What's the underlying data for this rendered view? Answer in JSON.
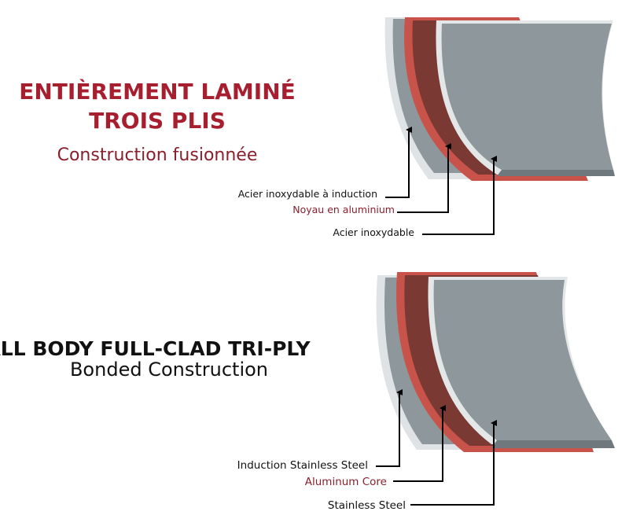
{
  "french": {
    "title_line1": "ENTIÈREMENT LAMINÉ",
    "title_line2": "TROIS PLIS",
    "subtitle": "Construction fusionnée",
    "labels": {
      "outer": "Acier inoxydable à induction",
      "core": "Noyau en aluminium",
      "inner": "Acier inoxydable"
    }
  },
  "english": {
    "title": "ALL BODY FULL-CLAD TRI-PLY",
    "subtitle": "Bonded Construction",
    "labels": {
      "outer": "Induction Stainless Steel",
      "core": "Aluminum Core",
      "inner": "Stainless Steel"
    }
  },
  "colors": {
    "brand_red": "#a71f2f",
    "core_red": "#c8534b",
    "core_dark": "#7a3a33",
    "steel": "#8e979b",
    "steel_light": "#dfe3e5"
  }
}
